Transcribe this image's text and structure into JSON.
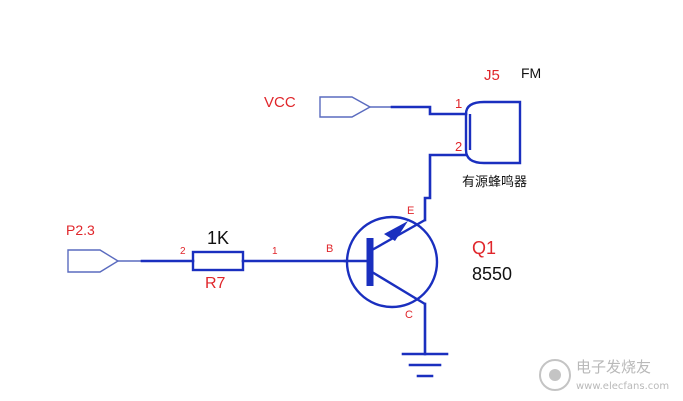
{
  "nets": {
    "vcc": "VCC",
    "p23": "P2.3"
  },
  "buzzer": {
    "ref": "J5",
    "value": "FM",
    "pin1": "1",
    "pin2": "2",
    "description": "有源蜂鸣器"
  },
  "resistor": {
    "ref": "R7",
    "value": "1K",
    "pin1": "1",
    "pin2": "2"
  },
  "transistor": {
    "ref": "Q1",
    "value": "8550",
    "pin_b": "B",
    "pin_e": "E",
    "pin_c": "C"
  },
  "watermark": {
    "text": "电子发烧友",
    "url": "www.elecfans.com"
  },
  "colors": {
    "wire": "#1a2fbf",
    "label_red": "#e0262b",
    "label_black": "#111111"
  }
}
